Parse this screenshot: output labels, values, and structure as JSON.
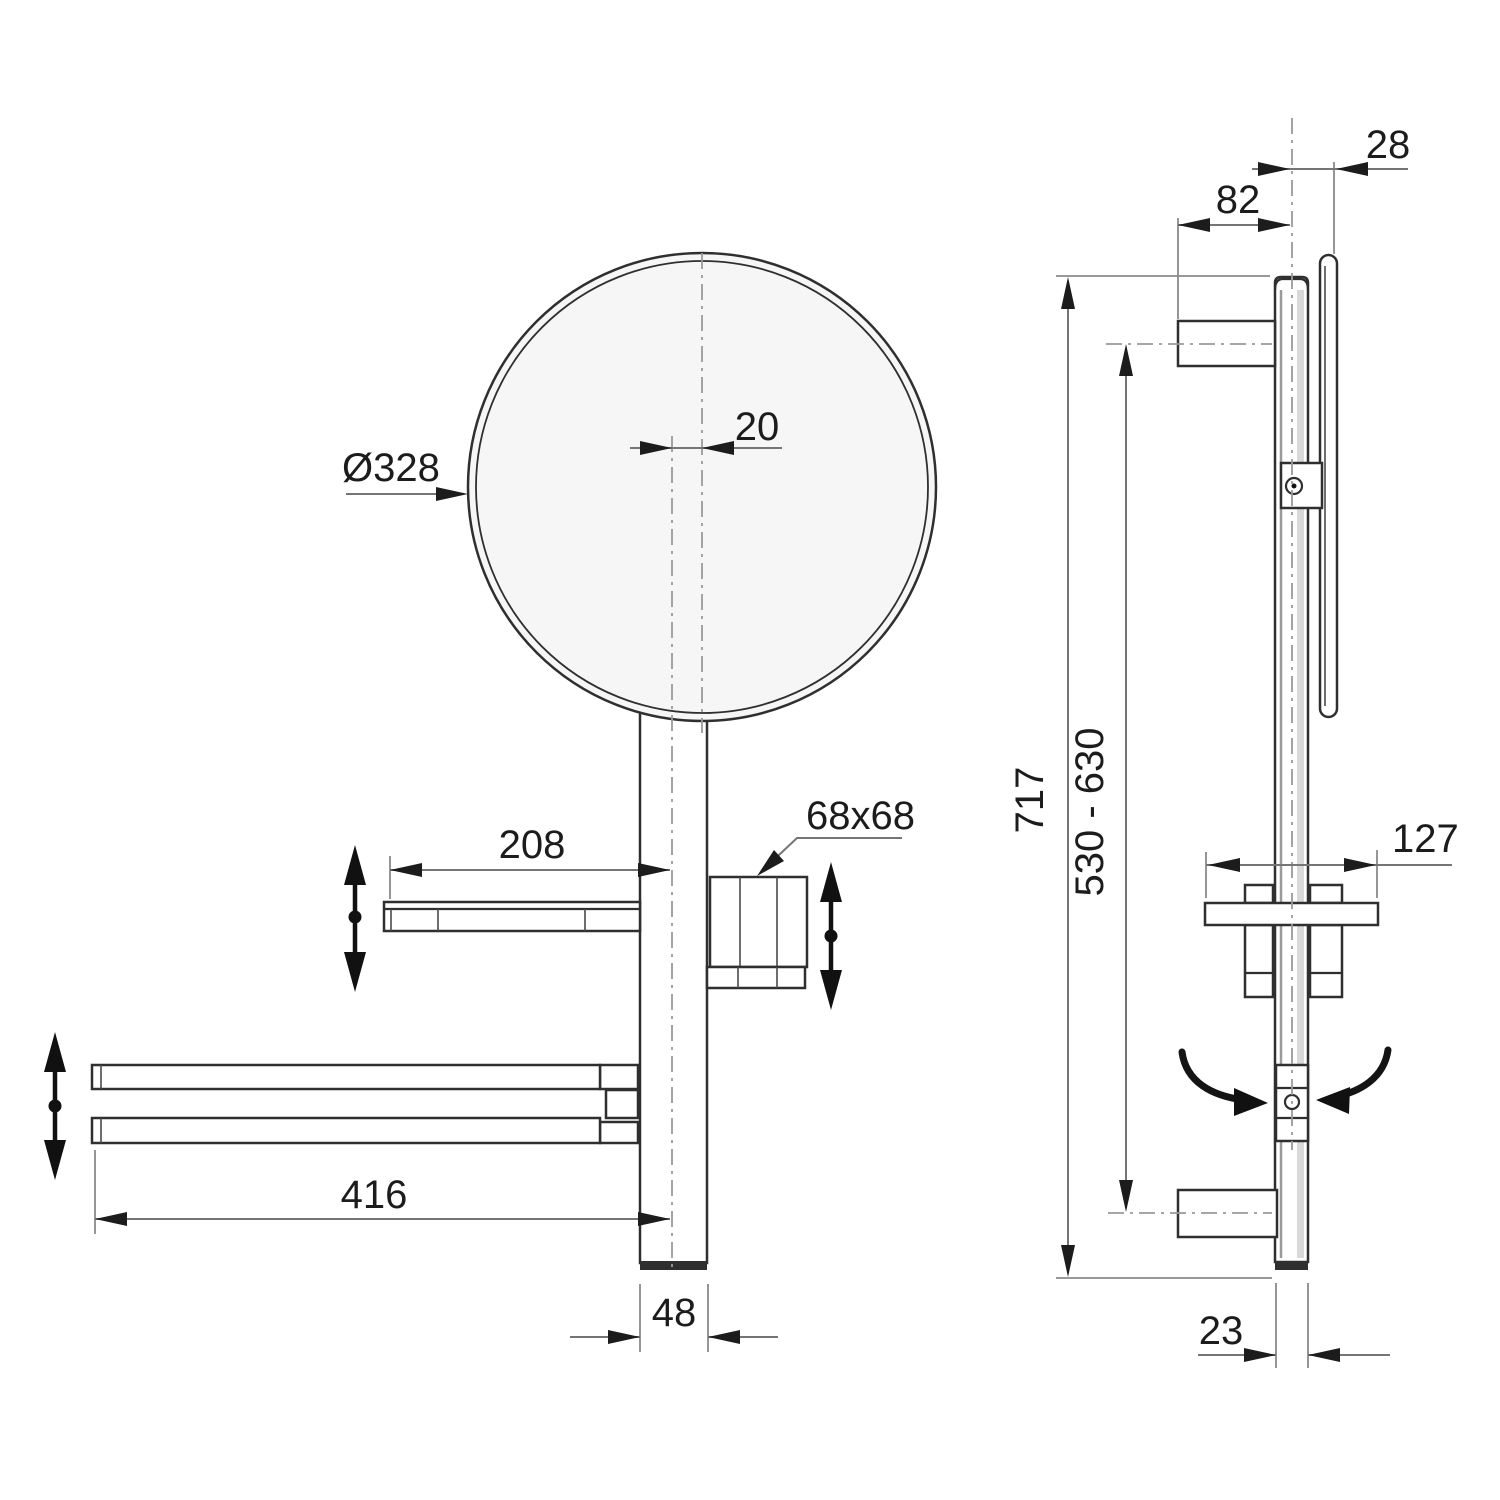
{
  "drawing_title": "Wall-mounted mirror with towel bars - dimensioned technical drawing",
  "front_view": {
    "mirror_diameter": "Ø328",
    "mirror_offset": "20",
    "shelf_width": "208",
    "basket_size": "68x68",
    "towel_bar_length": "416",
    "post_width": "48"
  },
  "side_view": {
    "mirror_to_post": "28",
    "bracket_depth": "82",
    "total_height": "717",
    "bracket_span": "530 - 630",
    "shelf_depth": "127",
    "post_depth": "23"
  },
  "colors": {
    "line": "#2f2f2f",
    "dimension": "#757575",
    "text": "#1c1c1c",
    "mirror_fill": "#f6f6f6"
  }
}
